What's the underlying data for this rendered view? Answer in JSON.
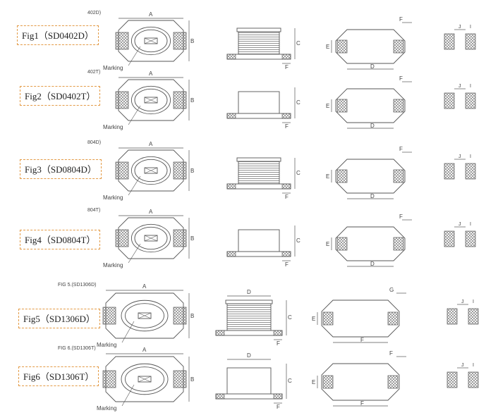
{
  "figures": [
    {
      "label": "Fig1（SD0402D）",
      "caption": "402D)",
      "style": "D"
    },
    {
      "label": "Fig2（SD0402T）",
      "caption": "402T)",
      "style": "T"
    },
    {
      "label": "Fig3（SD0804D）",
      "caption": "804D)",
      "style": "D"
    },
    {
      "label": "Fig4（SD0804T）",
      "caption": "804T)",
      "style": "T"
    },
    {
      "label": "Fig5（SD1306D）",
      "caption": "FIG 5.(SD1306D)",
      "style": "D"
    },
    {
      "label": "Fig6（SD1306T）",
      "caption": "FIG 6.(SD1306T)",
      "style": "T"
    }
  ],
  "marking_text": "Marking",
  "dimension_letters": {
    "A": "A",
    "B": "B",
    "C": "C",
    "D": "D",
    "E": "E",
    "F": "F",
    "G": "G",
    "J": "J",
    "I": "I"
  },
  "colors": {
    "label_border": "#e39a45",
    "line": "#555555",
    "hatch": "#666666"
  }
}
